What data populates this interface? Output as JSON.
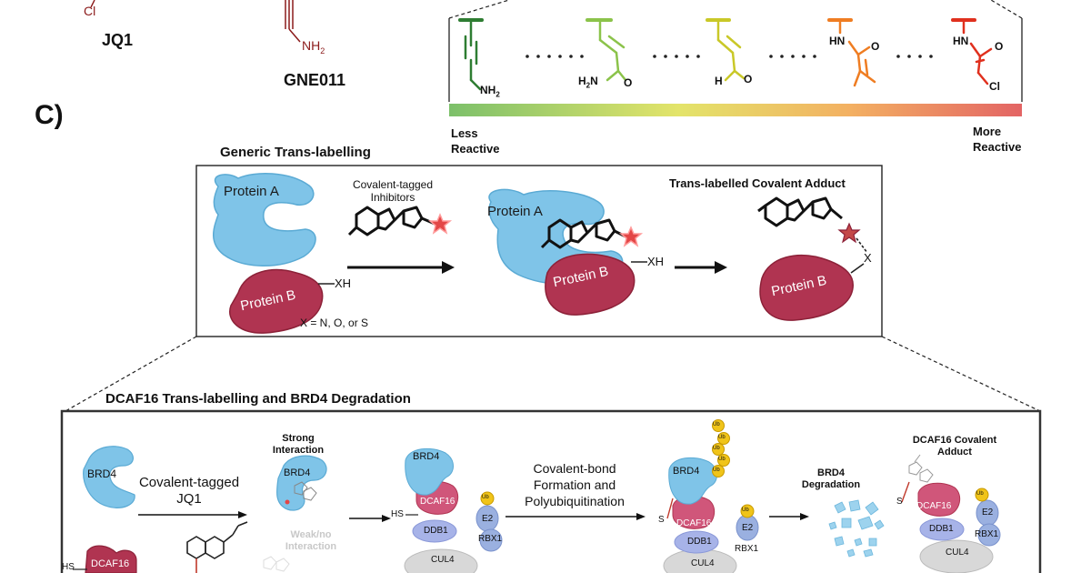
{
  "top": {
    "jq1_label": "JQ1",
    "gne_label": "GNE011",
    "cl_label": "Cl",
    "nh2_label": "NH",
    "nh2_sub": "2"
  },
  "reactivity": {
    "less_line1": "Less",
    "less_line2": "Reactive",
    "more_line1": "More",
    "more_line2": "Reactive",
    "gradient_colors": [
      "#86c06a",
      "#e2e46a",
      "#f0a060",
      "#e06060"
    ],
    "warheads": [
      {
        "color": "#2e7d32",
        "bottom_label": "NH",
        "bottom_sub": "2"
      },
      {
        "color": "#8bc34a",
        "bottom_label": "H",
        "bottom_sub": "2",
        "bottom_prefix": "N",
        "tail": "O"
      },
      {
        "color": "#c8c82a",
        "bottom_label": "H",
        "tail": "O"
      },
      {
        "color": "#ef7d22",
        "top_label": "HN",
        "side": "O"
      },
      {
        "color": "#e0301e",
        "top_label": "HN",
        "side": "O",
        "tail": "Cl"
      }
    ]
  },
  "section_c": {
    "letter": "C)",
    "generic_title": "Generic Trans-labelling",
    "protein_a": "Protein A",
    "protein_b": "Protein B",
    "xh": "XH",
    "x_def": "X = N, O, or S",
    "inhibitor_line1": "Covalent-tagged",
    "inhibitor_line2": "Inhibitors",
    "adduct_title": "Trans-labelled Covalent Adduct",
    "x_atom": "X"
  },
  "dcaf": {
    "title": "DCAF16 Trans-labelling and BRD4 Degradation",
    "brd4": "BRD4",
    "covalent_tagged": "Covalent-tagged",
    "jq1": "JQ1",
    "strong_line1": "Strong",
    "strong_line2": "Interaction",
    "weak_line1": "Weak/no",
    "weak_line2": "Interaction",
    "hs": "HS",
    "s": "S",
    "dcaf16": "DCAF16",
    "ddb1": "DDB1",
    "cul4": "CUL4",
    "e2": "E2",
    "rbx1": "RBX1",
    "ub": "Ub",
    "cov_line1": "Covalent-bond",
    "cov_line2": "Formation and",
    "cov_line3": "Polyubiquitination",
    "deg_line1": "BRD4",
    "deg_line2": "Degradation",
    "adduct_line1": "DCAF16 Covalent",
    "adduct_line2": "Adduct"
  }
}
